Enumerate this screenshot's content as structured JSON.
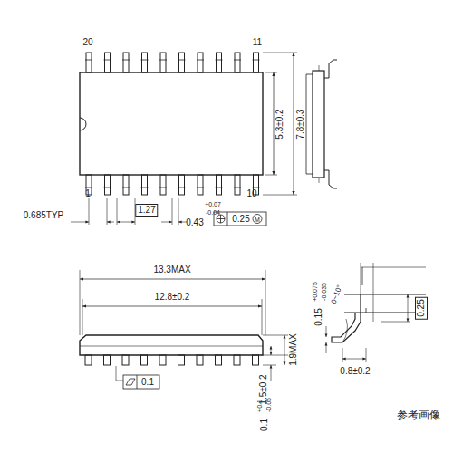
{
  "diagram": {
    "labels": [
      "20",
      "11",
      "1",
      "10",
      "5.3±0.2",
      "7.8±0.3",
      "0.685TYP",
      "1.27",
      "0.43",
      "+0.07",
      "-0.04",
      "0.25",
      "M",
      "13.3MAX",
      "12.8±0.2",
      "0.1",
      "1.9MAX",
      "1.5±0.2",
      "0.1",
      "+0.1",
      "-0.05",
      "0.15",
      "+0.075",
      "-0.035",
      "0~10°",
      "0.25",
      "0.8±0.2",
      "参考画像"
    ]
  }
}
